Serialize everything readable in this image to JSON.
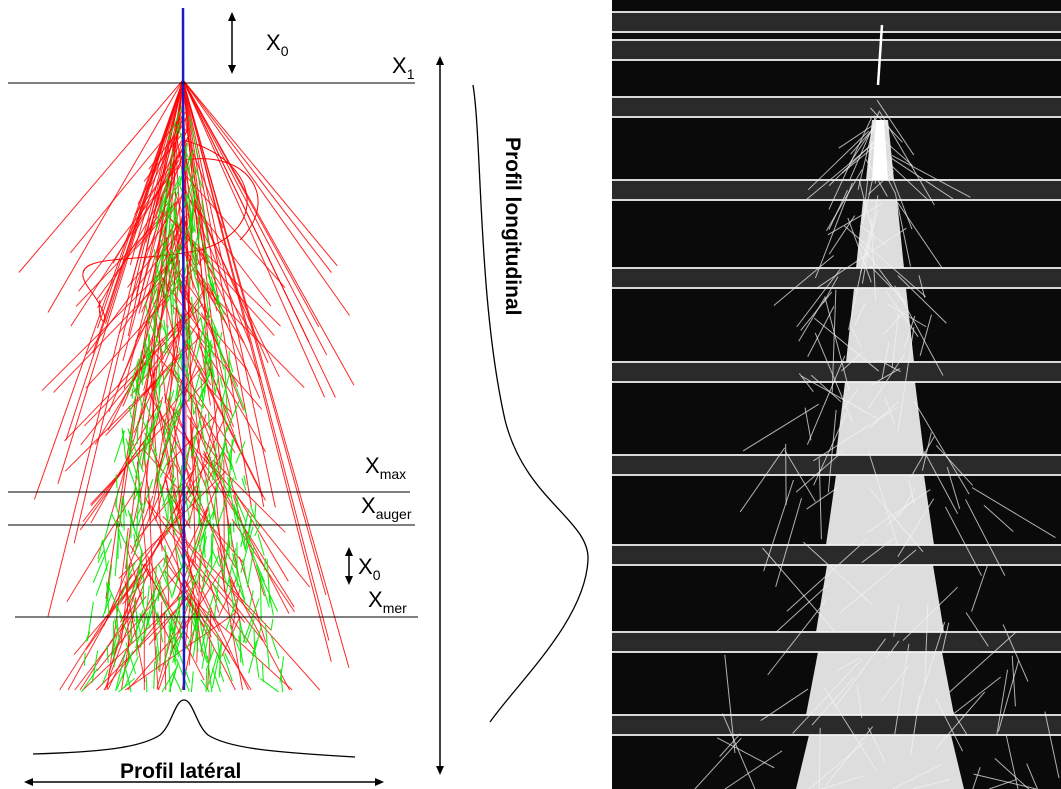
{
  "labels": {
    "x0_top": {
      "main": "X",
      "sub": "0"
    },
    "x1": {
      "main": "X",
      "sub": "1"
    },
    "xmax": {
      "main": "X",
      "sub": "max"
    },
    "xauger": {
      "main": "X",
      "sub": "auger"
    },
    "x0_mid": {
      "main": "X",
      "sub": "0"
    },
    "xmer": {
      "main": "X",
      "sub": "mer"
    },
    "longitudinal_profile": "Profil longitudinal",
    "lateral_profile": "Profil latéral"
  },
  "colors": {
    "hadron_track": "#ff0000",
    "electromagnetic_track": "#00ee00",
    "primary_axis": "#0000cc",
    "chamber_background": "#0a0a0a",
    "plate": "#d8d8d8"
  },
  "icons": {
    "double_arrow_vertical": "double-arrow-vertical-icon",
    "double_arrow_horizontal": "double-arrow-horizontal-icon"
  }
}
